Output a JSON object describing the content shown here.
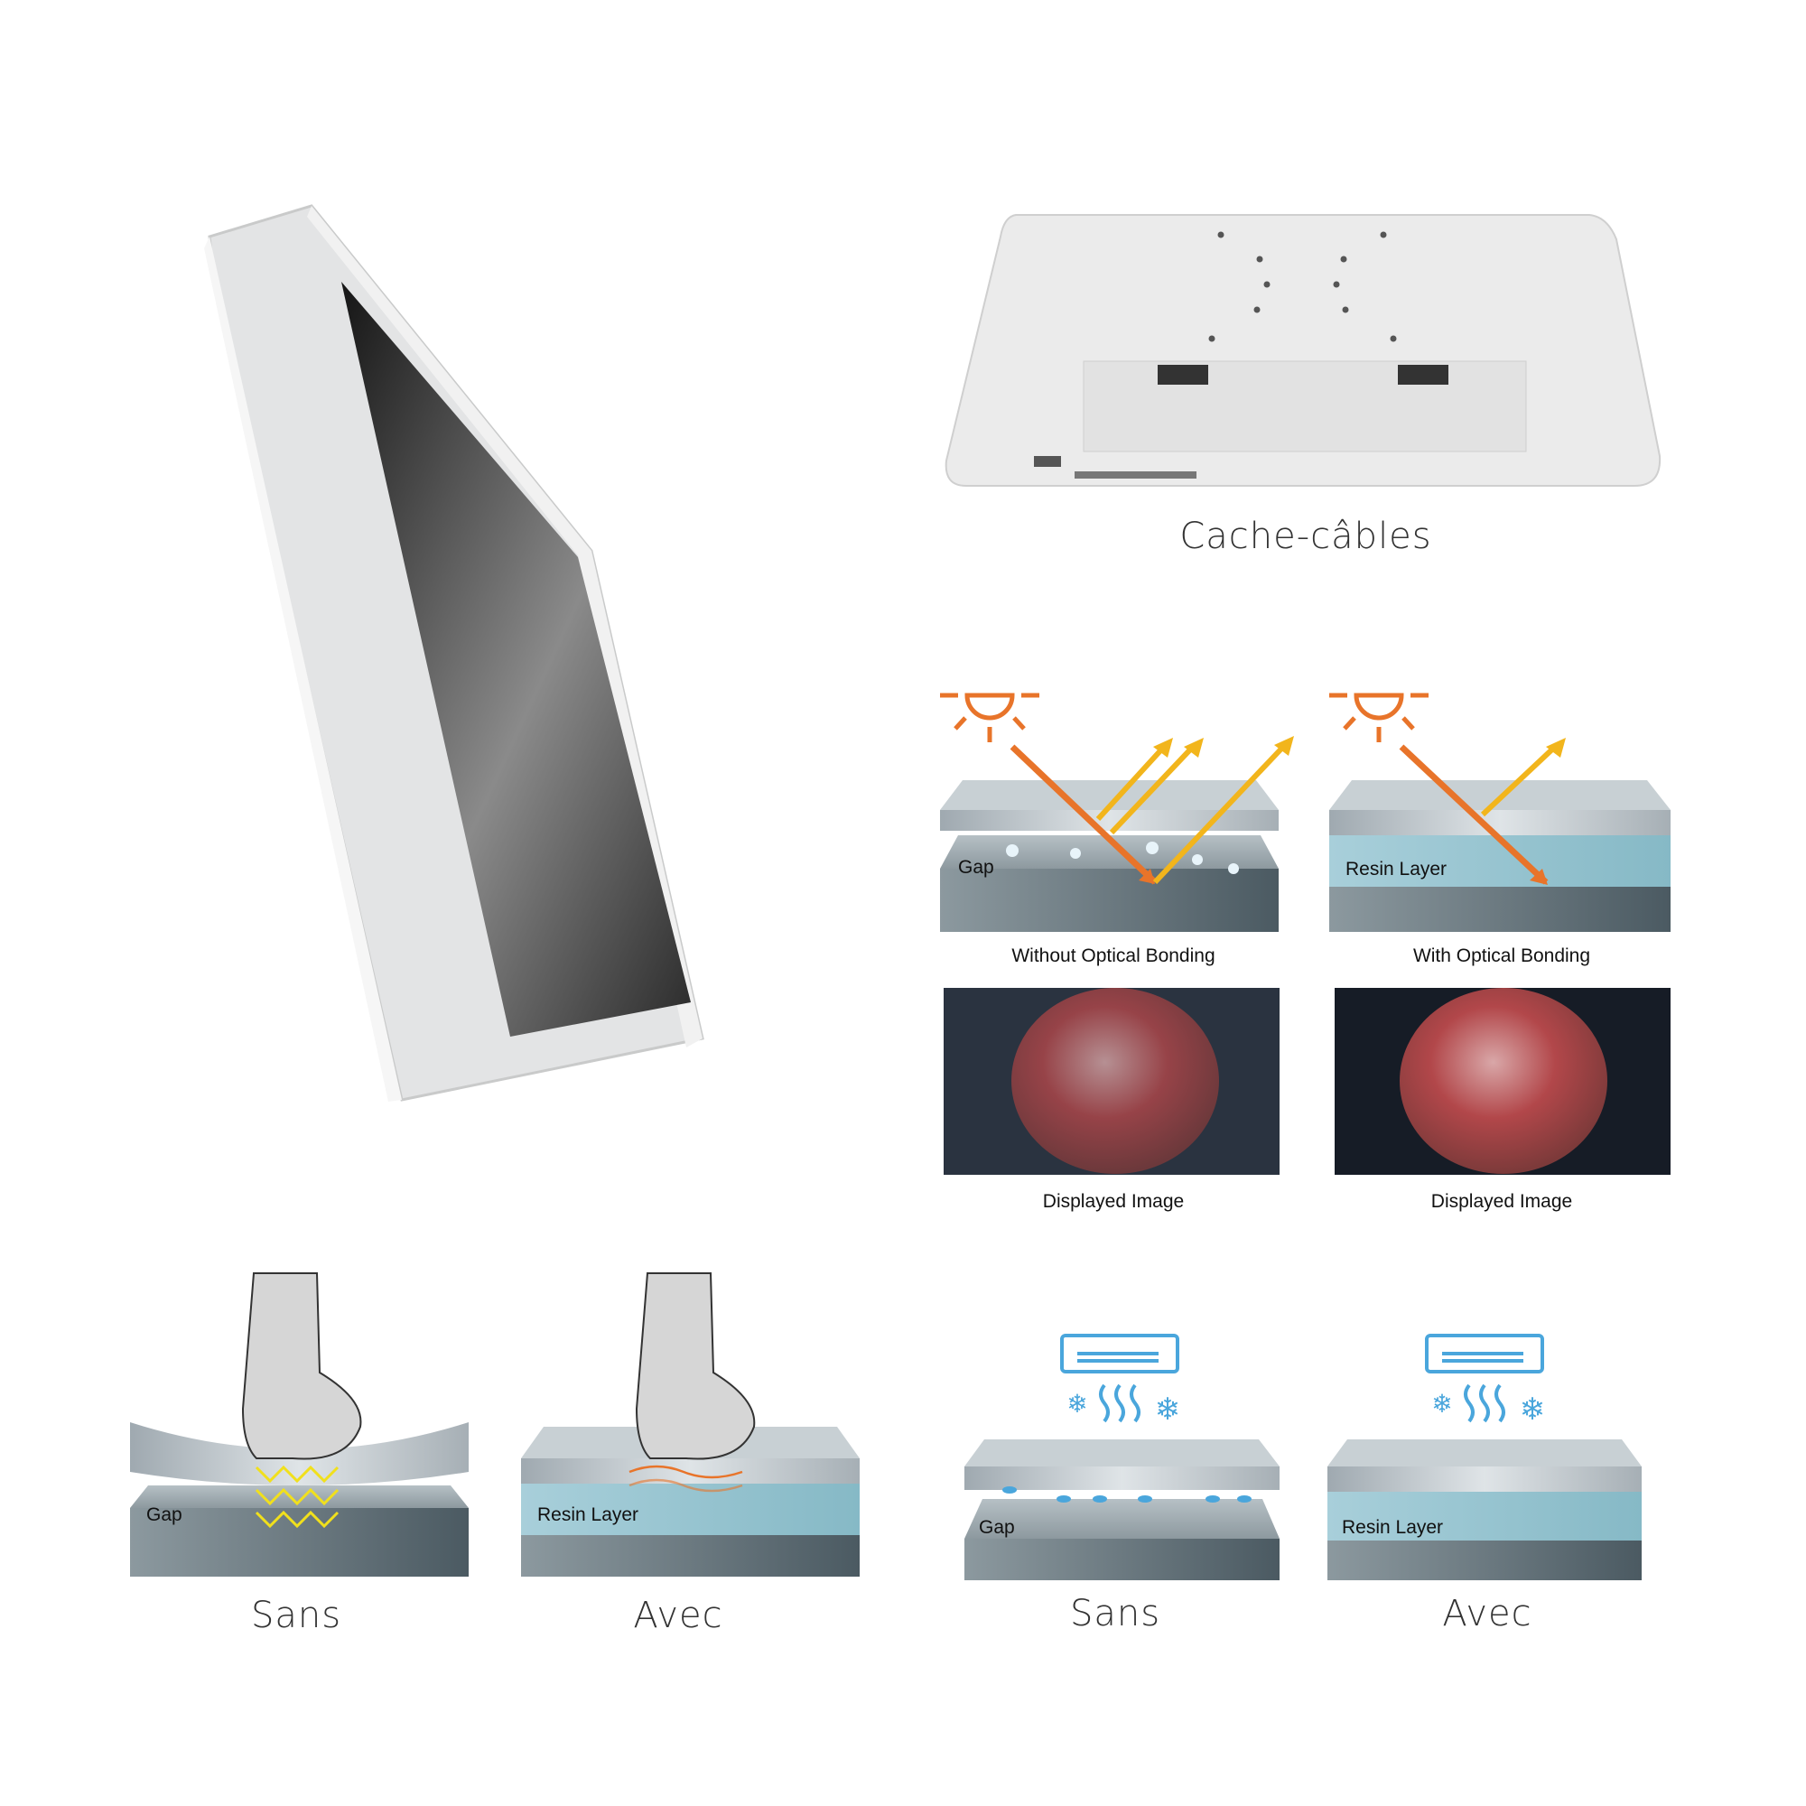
{
  "monitor_back": {
    "caption": "Cache-câbles"
  },
  "optical": {
    "without": {
      "caption": "Without Optical Bonding",
      "layer_label": "Gap"
    },
    "with": {
      "caption": "With Optical Bonding",
      "layer_label": "Resin Layer"
    },
    "displayed_left": "Displayed Image",
    "displayed_right": "Displayed Image"
  },
  "touch": {
    "sans": {
      "label": "Sans",
      "layer_label": "Gap"
    },
    "avec": {
      "label": "Avec",
      "layer_label": "Resin Layer"
    }
  },
  "cooling": {
    "sans": {
      "label": "Sans",
      "layer_label": "Gap"
    },
    "avec": {
      "label": "Avec",
      "layer_label": "Resin Layer"
    }
  },
  "colors": {
    "sun": "#e8742a",
    "ray": "#f2b51c",
    "cool": "#4aa6dc",
    "resin": "#a9d3df"
  }
}
